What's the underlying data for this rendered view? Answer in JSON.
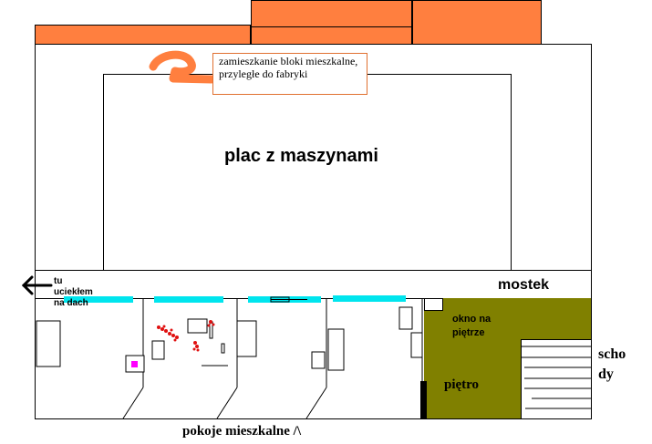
{
  "labels": {
    "note": "zamieszkanie bloki mieszkalne, przyległe do fabryki",
    "yard": "plac z maszynami",
    "escape": "tu uciekłem na dach",
    "bridge": "mostek",
    "window": "okno na piętrze",
    "floor": "piętro",
    "stairs_line1": "scho",
    "stairs_line2": "dy",
    "rooms": "pokoje mieszkalne /\\"
  },
  "colors": {
    "roof_orange": "#ff7f3f",
    "window_cyan": "#00e5ee",
    "floor_olive": "#808000",
    "marker_magenta": "#ff00ff",
    "blood_red": "#e01010",
    "note_border": "#e07030"
  }
}
